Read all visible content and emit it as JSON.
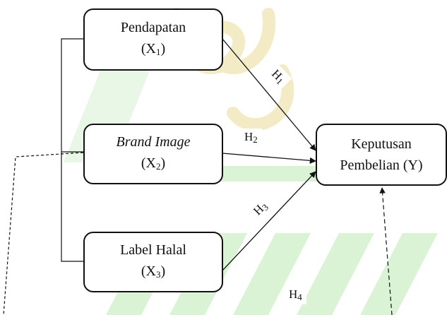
{
  "variables": {
    "x1": {
      "name": "Pendapatan",
      "code": "(X",
      "sub": "1",
      "close": ")"
    },
    "x2": {
      "name": "Brand Image",
      "code": "(X",
      "sub": "2",
      "close": ")"
    },
    "x3": {
      "name": "Label Halal",
      "code": "(X",
      "sub": "3",
      "close": ")"
    },
    "y": {
      "name": "Keputusan",
      "line2": "Pembelian (Y)"
    }
  },
  "hypotheses": {
    "h1": {
      "prefix": "H",
      "sub": "1"
    },
    "h2": {
      "prefix": "H",
      "sub": "2"
    },
    "h3": {
      "prefix": "H",
      "sub": "3"
    },
    "h4": {
      "prefix": "H",
      "sub": "4"
    }
  },
  "colors": {
    "watermark_green": "#d6f2d0",
    "watermark_yellow": "#f3ebc6",
    "line": "#111111"
  }
}
